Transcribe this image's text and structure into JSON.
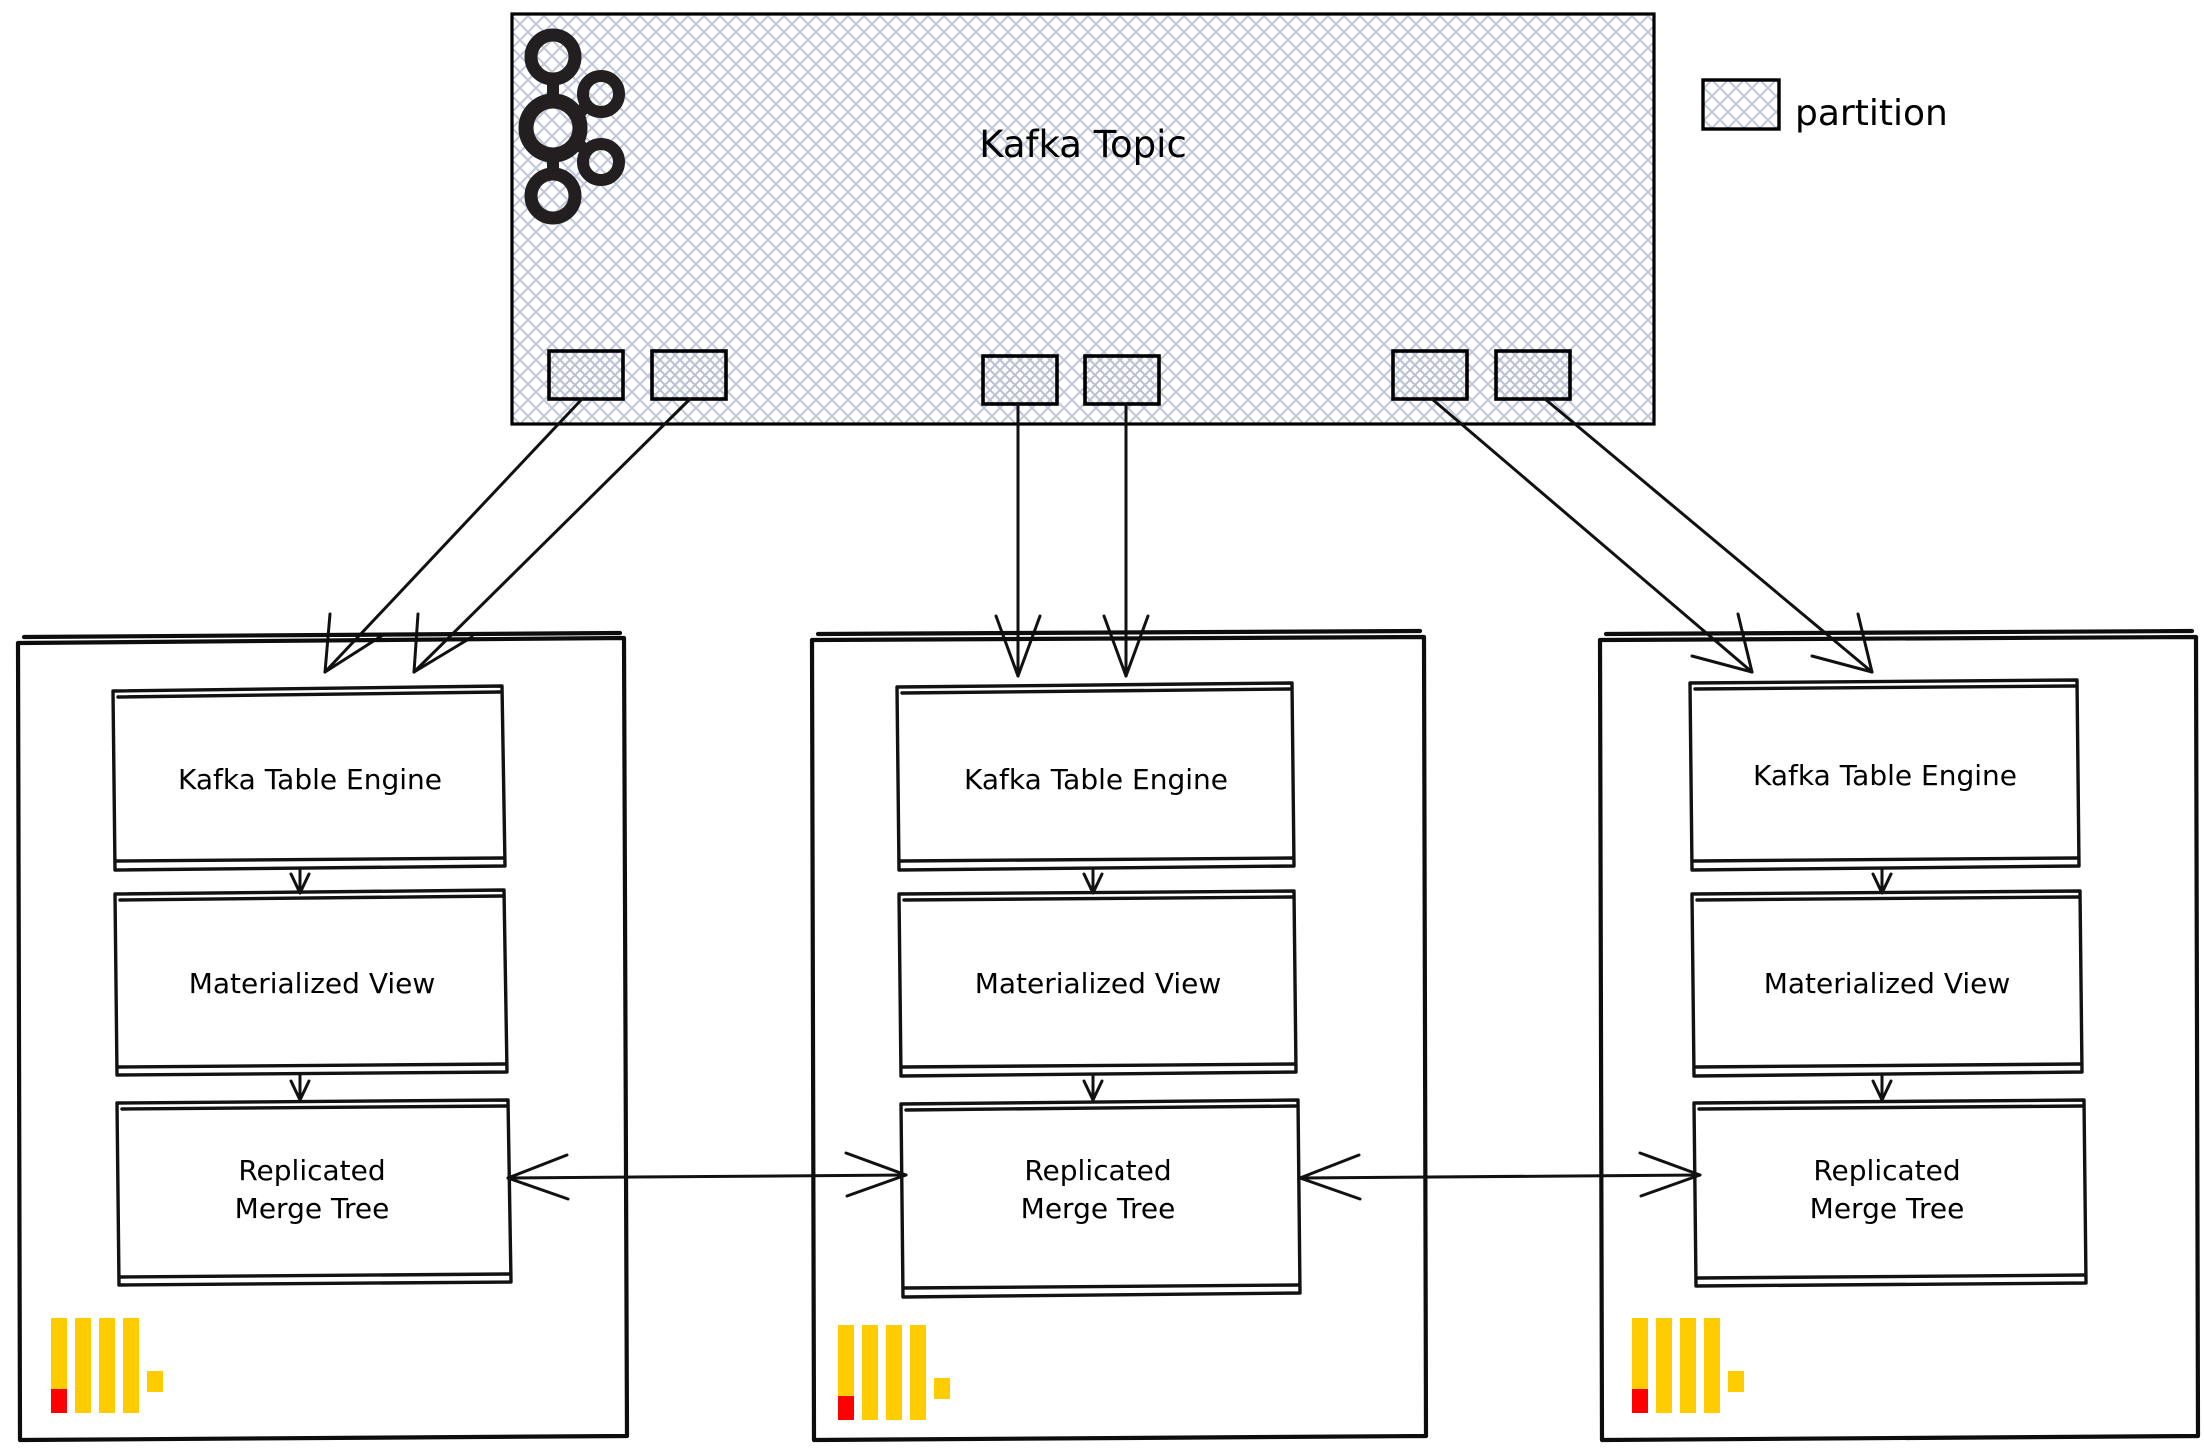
{
  "diagram": {
    "title_visible": false,
    "legend": {
      "swatch_name": "partition-swatch",
      "label": "partition"
    },
    "kafka": {
      "title": "Kafka Topic",
      "logo_name": "kafka-logo",
      "partition_groups": [
        {
          "group": "left",
          "partitions": [
            "partition",
            "partition"
          ]
        },
        {
          "group": "middle",
          "partitions": [
            "partition",
            "partition"
          ]
        },
        {
          "group": "right",
          "partitions": [
            "partition",
            "partition"
          ]
        }
      ]
    },
    "clusters": [
      {
        "id": "node-1",
        "logo": "clickhouse-logo",
        "boxes": [
          {
            "id": "kafka-table-engine-1",
            "label": "Kafka Table Engine",
            "lines": [
              "Kafka Table Engine"
            ]
          },
          {
            "id": "materialized-view-1",
            "label": "Materialized View",
            "lines": [
              "Materialized View"
            ]
          },
          {
            "id": "replicated-merge-tree-1",
            "label": "Replicated Merge Tree",
            "lines": [
              "Replicated",
              "Merge Tree"
            ]
          }
        ]
      },
      {
        "id": "node-2",
        "logo": "clickhouse-logo",
        "boxes": [
          {
            "id": "kafka-table-engine-2",
            "label": "Kafka Table Engine",
            "lines": [
              "Kafka Table Engine"
            ]
          },
          {
            "id": "materialized-view-2",
            "label": "Materialized View",
            "lines": [
              "Materialized View"
            ]
          },
          {
            "id": "replicated-merge-tree-2",
            "label": "Replicated Merge Tree",
            "lines": [
              "Replicated",
              "Merge Tree"
            ]
          }
        ]
      },
      {
        "id": "node-3",
        "logo": "clickhouse-logo",
        "boxes": [
          {
            "id": "kafka-table-engine-3",
            "label": "Kafka Table Engine",
            "lines": [
              "Kafka Table Engine"
            ]
          },
          {
            "id": "materialized-view-3",
            "label": "Materialized View",
            "lines": [
              "Materialized View"
            ]
          },
          {
            "id": "replicated-merge-tree-3",
            "label": "Replicated Merge Tree",
            "lines": [
              "Replicated",
              "Merge Tree"
            ]
          }
        ]
      }
    ],
    "colors": {
      "ink": "#111111",
      "hatch": "#c3c8d6",
      "clickhouse_yellow": "#ffcc00",
      "clickhouse_red": "#ff0000",
      "background": "#ffffff"
    }
  }
}
